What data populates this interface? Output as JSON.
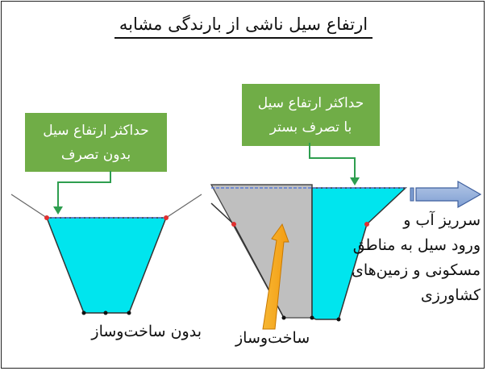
{
  "title": "ارتفاع سیل ناشی از بارندگی مشابه",
  "callouts": {
    "left": [
      "حداکثر ارتفاع سیل",
      "بدون تصرف"
    ],
    "right": [
      "حداکثر ارتفاع سیل",
      "با تصرف بستر"
    ]
  },
  "labels": {
    "without_structure": "بدون ساخت‌وساز",
    "with_structure": "ساخت‌وساز"
  },
  "overflow_note": [
    "سرریز آب و",
    "ورود سیل به مناطق",
    "مسکونی و زمین‌های",
    "کشاورزی"
  ],
  "colors": {
    "water": "#00e5ee",
    "callout_box": "#70ad47",
    "structure": "#bfbfbf",
    "arrow_up": "#f5a623",
    "arrow_overflow": "#8ea9db",
    "marker_red": "#e03030"
  }
}
